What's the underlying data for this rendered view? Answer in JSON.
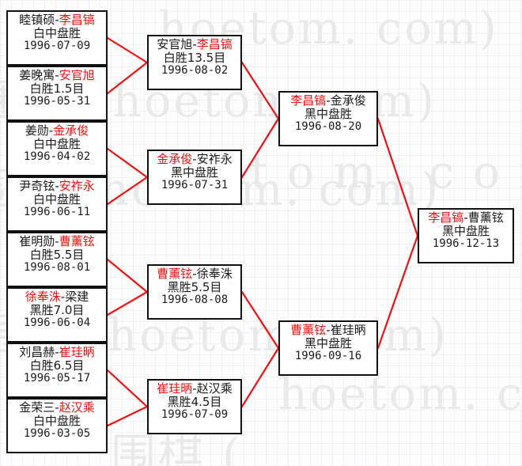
{
  "watermark": {
    "lines": [
      "围棋 (hoetom.com)",
      "hoetom. com)",
      "围棋 (hoetom. com)",
      "t o m . c o m )",
      "围棋 (hoetom. com)",
      "hoetom. com)",
      "围棋 ("
    ]
  },
  "colors": {
    "winner": "#ee1111",
    "connector": "#ee1111",
    "box_border": "#111111",
    "text": "#1a1a1a",
    "background": "#fdfdfd",
    "watermark": "#e9e9e9"
  },
  "bracket": {
    "round1": [
      {
        "id": "r1m1",
        "left": "睦镇硕",
        "right": "李昌镐",
        "winner": "right",
        "result": "白中盘胜",
        "date": "1996-07-09"
      },
      {
        "id": "r1m2",
        "left": "姜晚寓",
        "right": "安官旭",
        "winner": "right",
        "result": "白胜1.5目",
        "date": "1996-05-31"
      },
      {
        "id": "r1m3",
        "left": "姜勋",
        "right": "金承俊",
        "winner": "right",
        "result": "白中盘胜",
        "date": "1996-04-02"
      },
      {
        "id": "r1m4",
        "left": "尹奇铉",
        "right": "安祚永",
        "winner": "right",
        "result": "白中盘胜",
        "date": "1996-06-11"
      },
      {
        "id": "r1m5",
        "left": "崔明勋",
        "right": "曹薰铉",
        "winner": "right",
        "result": "白胜5.5目",
        "date": "1996-08-01"
      },
      {
        "id": "r1m6",
        "left": "徐奉洙",
        "right": "梁建",
        "winner": "left",
        "result": "黑胜7.0目",
        "date": "1996-06-04"
      },
      {
        "id": "r1m7",
        "left": "刘昌赫",
        "right": "崔珪昞",
        "winner": "right",
        "result": "白胜6.5目",
        "date": "1996-05-17"
      },
      {
        "id": "r1m8",
        "left": "金荣三",
        "right": "赵汉乘",
        "winner": "right",
        "result": "白中盘胜",
        "date": "1996-03-05"
      }
    ],
    "round2": [
      {
        "id": "r2m1",
        "left": "安官旭",
        "right": "李昌镐",
        "winner": "right",
        "result": "白胜13.5目",
        "date": "1996-08-02"
      },
      {
        "id": "r2m2",
        "left": "金承俊",
        "right": "安祚永",
        "winner": "left",
        "result": "黑中盘胜",
        "date": "1996-07-31"
      },
      {
        "id": "r2m3",
        "left": "曹薰铉",
        "right": "徐奉洙",
        "winner": "left",
        "result": "黑胜5.5目",
        "date": "1996-08-08"
      },
      {
        "id": "r2m4",
        "left": "崔珪昞",
        "right": "赵汉乘",
        "winner": "left",
        "result": "黑胜4.5目",
        "date": "1996-07-09"
      }
    ],
    "semifinals": [
      {
        "id": "sf1",
        "left": "李昌镐",
        "right": "金承俊",
        "winner": "left",
        "result": "黑中盘胜",
        "date": "1996-08-20"
      },
      {
        "id": "sf2",
        "left": "曹薰铉",
        "right": "崔珪昞",
        "winner": "left",
        "result": "黑中盘胜",
        "date": "1996-09-16"
      }
    ],
    "final": [
      {
        "id": "fin",
        "left": "李昌镐",
        "right": "曹薰铉",
        "winner": "left",
        "result": "黑中盘胜",
        "date": "1996-12-13"
      }
    ]
  }
}
